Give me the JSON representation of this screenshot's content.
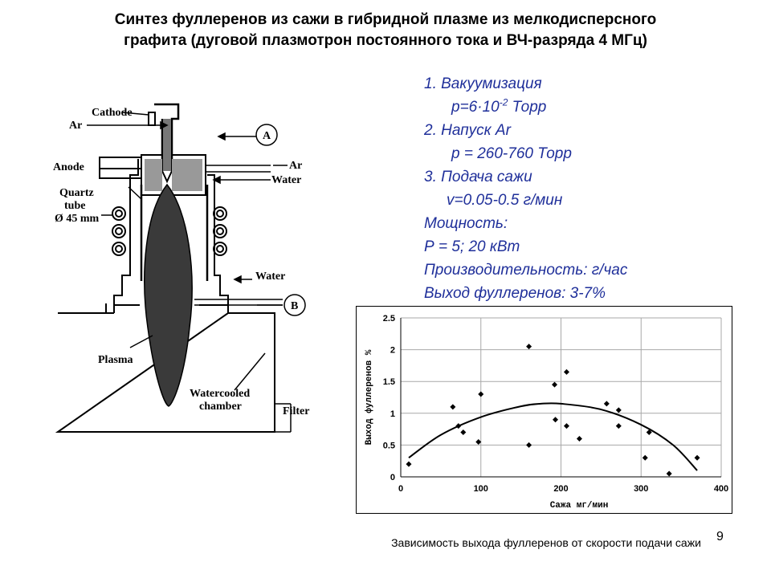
{
  "title": {
    "line1": "Синтез фуллеренов из сажи в гибридной плазме из мелкодисперсного",
    "line2": "графита (дуговой плазмотрон постоянного тока и ВЧ-разряда 4 МГц)"
  },
  "steps": {
    "s1": "1. Вакуумизация",
    "s1_prefix": "р=6·10",
    "s1_exp": "-2",
    "s1_suffix": " Торр",
    "s2": "2. Напуск Ar",
    "s2_value": "р = 260-760 Торр",
    "s3": "3. Подача сажи",
    "s3_value": "v=0.05-0.5 г/мин",
    "power_label": "Мощность:",
    "power_value": "Р = 5; 20 кВт",
    "productivity": "Производительность: г/час",
    "yield": "Выход фуллеренов: 3-7%"
  },
  "apparatus": {
    "cathode": "Cathode",
    "ar_left": "Ar",
    "anode": "Anode",
    "quartz1": "Quartz",
    "quartz2": "tube",
    "quartz3": "Ø 45 mm",
    "ar_right": "Ar",
    "water_top": "Water",
    "water_mid": "Water",
    "marker_a": "A",
    "marker_b": "B",
    "plasma": "Plasma",
    "chamber1": "Watercooled",
    "chamber2": "chamber",
    "filter": "Filter"
  },
  "chart_data": {
    "type": "scatter",
    "xlabel": "Сажа мг/мин",
    "ylabel": "Выход фуллеренов %",
    "xlim": [
      0,
      400
    ],
    "ylim": [
      0,
      2.5
    ],
    "xticks": [
      0,
      100,
      200,
      300,
      400
    ],
    "yticks": [
      0,
      0.5,
      1,
      1.5,
      2,
      2.5
    ],
    "grid": true,
    "points": [
      [
        10,
        0.2
      ],
      [
        65,
        1.1
      ],
      [
        72,
        0.8
      ],
      [
        78,
        0.7
      ],
      [
        97,
        0.55
      ],
      [
        100,
        1.3
      ],
      [
        160,
        2.05
      ],
      [
        160,
        0.5
      ],
      [
        192,
        1.45
      ],
      [
        193,
        0.9
      ],
      [
        207,
        1.65
      ],
      [
        207,
        0.8
      ],
      [
        223,
        0.6
      ],
      [
        257,
        1.15
      ],
      [
        272,
        1.05
      ],
      [
        272,
        0.8
      ],
      [
        305,
        0.3
      ],
      [
        310,
        0.7
      ],
      [
        335,
        0.05
      ],
      [
        370,
        0.3
      ]
    ],
    "trend": [
      [
        10,
        0.3
      ],
      [
        50,
        0.66
      ],
      [
        100,
        0.94
      ],
      [
        150,
        1.11
      ],
      [
        175,
        1.15
      ],
      [
        200,
        1.15
      ],
      [
        250,
        1.06
      ],
      [
        300,
        0.82
      ],
      [
        340,
        0.5
      ],
      [
        370,
        0.1
      ]
    ]
  },
  "caption": "Зависимость выхода фуллеренов  от скорости подачи сажи",
  "page_number": "9"
}
